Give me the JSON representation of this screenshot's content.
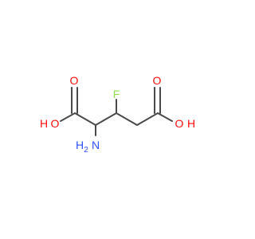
{
  "molecule": {
    "atoms": {
      "o_carbonyl_left": "O",
      "o_hydroxyl_left_o": "O",
      "o_hydroxyl_left_h": "H",
      "fluorine": "F",
      "o_carbonyl_right": "O",
      "o_hydroxyl_right_o": "O",
      "o_hydroxyl_right_h": "H",
      "nitrogen_h": "H",
      "nitrogen_n": "N",
      "nitrogen_sub": "2"
    },
    "colors": {
      "bond": "#4a4a4a",
      "oxygen": "#ff0d0d",
      "nitrogen": "#3050f8",
      "fluorine": "#90e050",
      "hydrogen_oxygen": "#ff0d0d",
      "hydrogen_nitrogen": "#3050f8"
    }
  }
}
